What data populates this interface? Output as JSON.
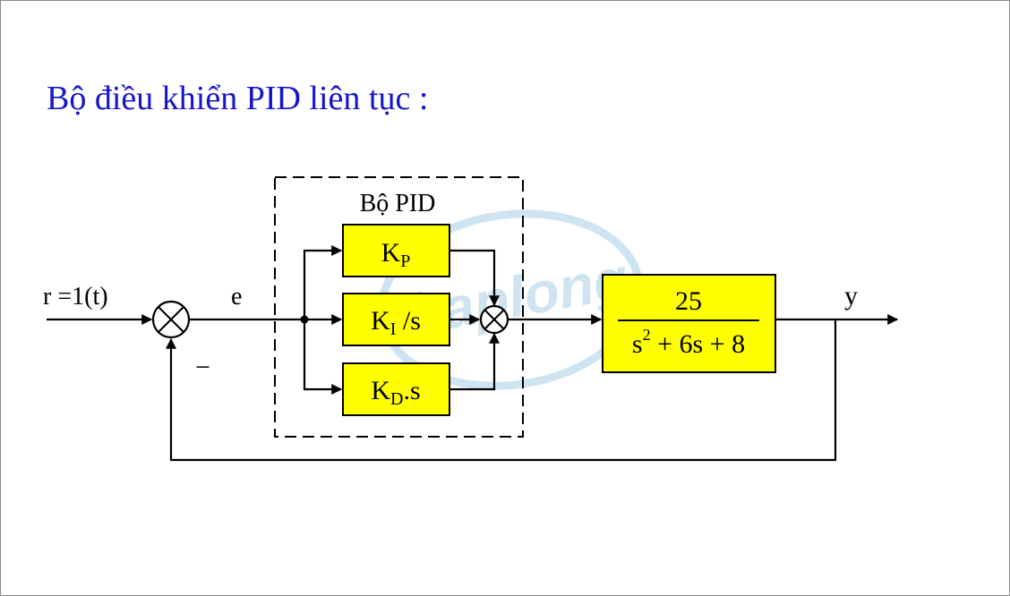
{
  "title": "Bộ điều khiển PID liên tục :",
  "watermark": "thaplong",
  "colors": {
    "title": "#1616c8",
    "block_fill": "#ffff00",
    "watermark": "#a9cfe8"
  },
  "diagram": {
    "input_label": "r =1(t)",
    "error_label": "e",
    "feedback_sign": "−",
    "pid_group_label": "Bộ PID",
    "blocks": {
      "kp": {
        "main": "K",
        "sub": "P",
        "suffix": ""
      },
      "ki": {
        "main": "K",
        "sub": "I",
        "suffix": " /s"
      },
      "kd": {
        "main": "K",
        "sub": "D",
        "suffix": ".s"
      }
    },
    "plant": {
      "numerator": "25",
      "denominator_base": "s",
      "denominator_exp": "2",
      "denominator_rest": " + 6s + 8"
    },
    "output_label": "y"
  }
}
